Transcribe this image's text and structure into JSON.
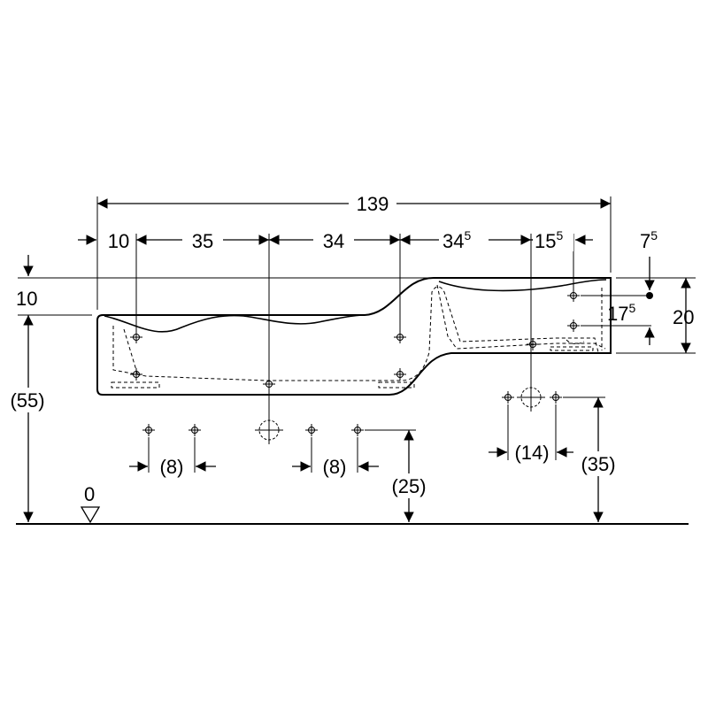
{
  "dimensions": {
    "overall_width": "139",
    "seg_1": "10",
    "seg_2": "35",
    "seg_3": "34",
    "seg_4_main": "34",
    "seg_4_sup": "5",
    "seg_5_main": "15",
    "seg_5_sup": "5",
    "right_offset_main": "7",
    "right_offset_sup": "5",
    "top_step": "10",
    "height_total": "20",
    "height_inner_main": "17",
    "height_inner_sup": "5",
    "left_height": "(55)",
    "pair_left_1": "(8)",
    "pair_left_2": "(8)",
    "pair_right": "(14)",
    "fixing_height_left": "(25)",
    "fixing_height_right": "(35)",
    "floor_level": "0"
  },
  "colors": {
    "line": "#000000",
    "background": "#ffffff"
  }
}
